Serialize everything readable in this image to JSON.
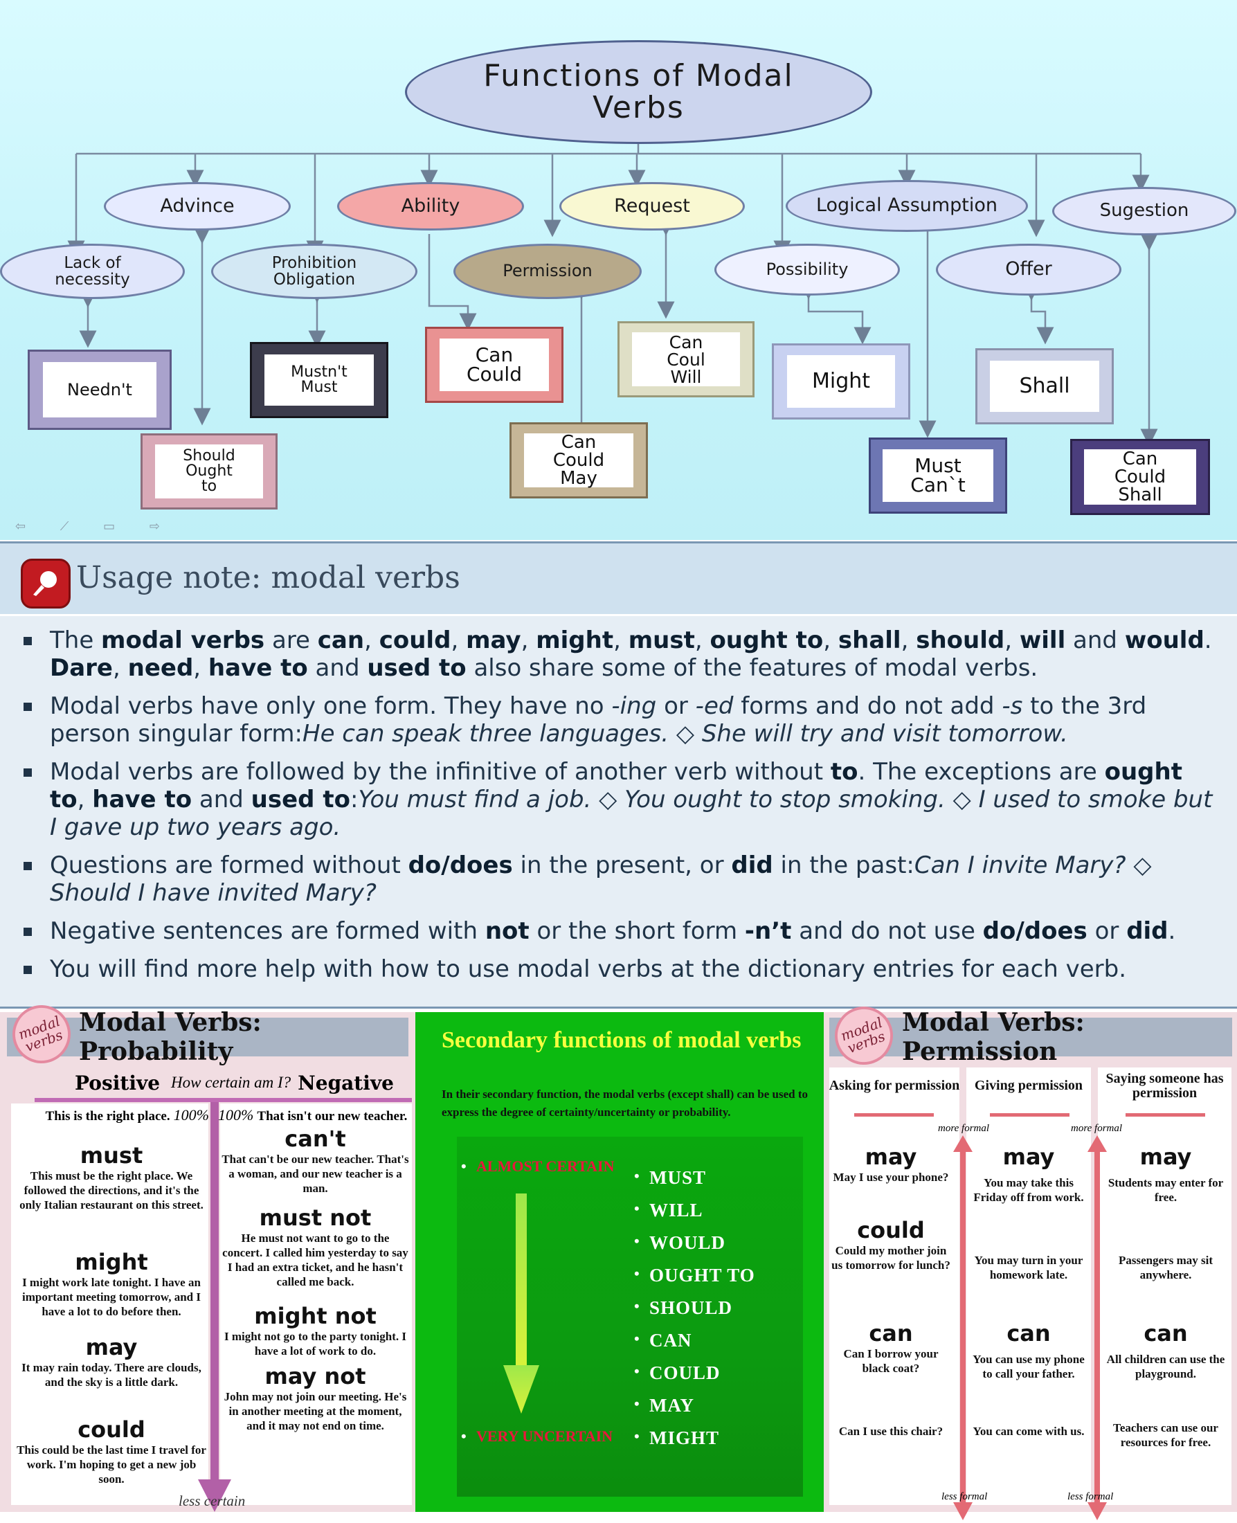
{
  "diagram": {
    "title": "Functions of Modal Verbs",
    "categories": {
      "advice": "Advince",
      "ability": "Ability",
      "request": "Request",
      "logical": "Logical Assumption",
      "suggestion": "Sugestion",
      "lack": "Lack of necessity",
      "prohibition": "Prohibition Obligation",
      "permission": "Permission",
      "possibility": "Possibility",
      "offer": "Offer"
    },
    "boxes": {
      "neednt": "Needn't",
      "should": "Should\nOught\nto",
      "mustnt": "Mustn't\nMust",
      "can_could": "Can\nCould",
      "can_could_may": "Can\nCould\nMay",
      "can_coul_will": "Can\nCoul\nWill",
      "might": "Might",
      "must_cant": "Must\nCan`t",
      "shall": "Shall",
      "can_could_shall": "Can\nCould\nShall"
    }
  },
  "usage": {
    "title": "Usage note: modal verbs"
  },
  "probability": {
    "title": "Modal Verbs: Probability",
    "seal": "modal verbs",
    "positive": "Positive",
    "question": "How certain am I?",
    "negative": "Negative",
    "pos_top": "This is the right place.",
    "pos_pct": "100%",
    "neg_pct": "100%",
    "neg_top": "That isn't our new teacher.",
    "arrow": "less certain",
    "positives": [
      {
        "verb": "must",
        "ex": "This must be the right place. We followed the directions, and it's the only Italian restaurant on this street."
      },
      {
        "verb": "might",
        "ex": "I might work late tonight. I have an important meeting tomorrow, and I have a lot to do before then."
      },
      {
        "verb": "may",
        "ex": "It may rain today. There are clouds, and the sky is a little dark."
      },
      {
        "verb": "could",
        "ex": "This could be the last time I travel for work. I'm hoping to get a new job soon."
      }
    ],
    "negatives": [
      {
        "verb": "can't",
        "ex": "That can't be our new teacher. That's a woman, and our new teacher is a man."
      },
      {
        "verb": "must not",
        "ex": "He must not want to go to the concert. I called him yesterday to say I had an extra ticket, and he hasn't called me back."
      },
      {
        "verb": "might not",
        "ex": "I might not go to the party tonight. I have a lot of work to do."
      },
      {
        "verb": "may not",
        "ex": "John may not join our meeting. He's in another meeting at the moment, and it may not end on time."
      }
    ]
  },
  "secondary": {
    "title": "Secondary functions of modal verbs",
    "intro": "In their secondary function, the modal verbs (except shall) can be used to express the degree of certainty/uncertainty or probability.",
    "almost": "ALMOST CERTAIN",
    "very": "VERY UNCERTAIN",
    "modals": [
      "MUST",
      "WILL",
      "WOULD",
      "OUGHT TO",
      "SHOULD",
      "CAN",
      "COULD",
      "MAY",
      "MIGHT"
    ]
  },
  "permission": {
    "title": "Modal Verbs: Permission",
    "seal": "modal verbs",
    "headers": [
      "Asking for permission",
      "Giving permission",
      "Saying someone has permission"
    ],
    "more_formal": "more formal",
    "less_formal": "less formal",
    "asking": [
      {
        "verb": "may",
        "ex": "May I use your phone?"
      },
      {
        "verb": "could",
        "ex": "Could my mother join us tomorrow for lunch?"
      },
      {
        "verb": "can",
        "ex": "Can I borrow your black coat?"
      },
      {
        "verb": "",
        "ex": "Can I use this chair?"
      }
    ],
    "giving": [
      {
        "verb": "may",
        "ex": "You may take this Friday off from work."
      },
      {
        "verb": "",
        "ex": "You may turn in your homework late."
      },
      {
        "verb": "can",
        "ex": "You can use my phone to call your father."
      },
      {
        "verb": "",
        "ex": "You can come with us."
      }
    ],
    "saying": [
      {
        "verb": "may",
        "ex": "Students may enter for free."
      },
      {
        "verb": "",
        "ex": "Passengers may sit anywhere."
      },
      {
        "verb": "can",
        "ex": "All children can use the playground."
      },
      {
        "verb": "",
        "ex": "Teachers can use our resources for free."
      }
    ]
  },
  "colors": {
    "diagram_bg": "#c5f3fa",
    "ability": "#f4a7a7",
    "request": "#f9f8d2",
    "permission": "#b7a98a",
    "purple_arrow": "#b260a7",
    "red_arrow": "#e36a74",
    "green_panel": "#0cba10"
  }
}
